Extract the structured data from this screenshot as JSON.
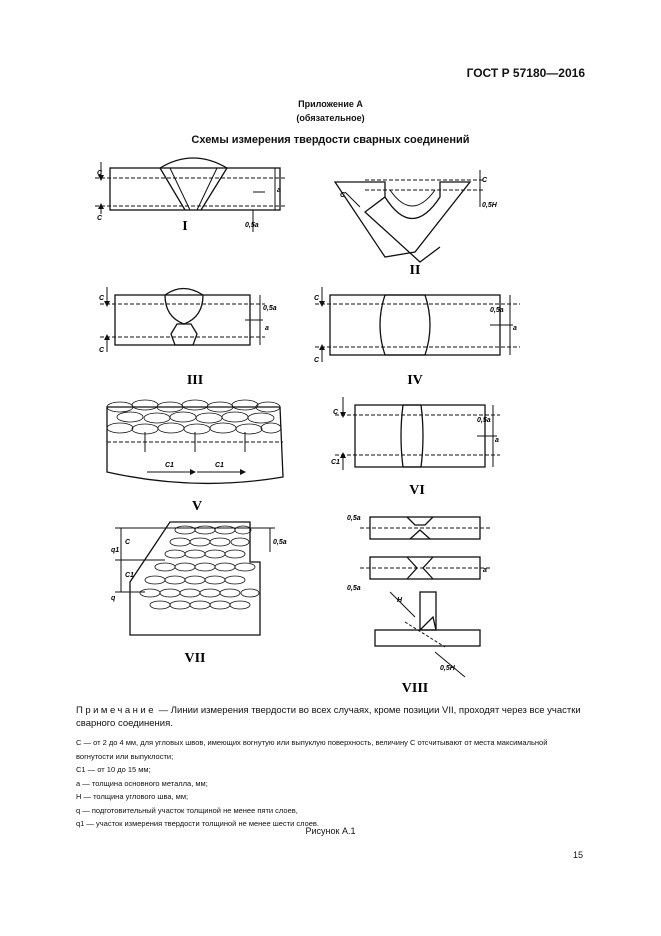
{
  "header": {
    "doc_code": "ГОСТ Р 57180—2016"
  },
  "appendix": {
    "title": "Приложение А",
    "status": "(обязательное)"
  },
  "section_title": "Схемы измерения твердости сварных соединений",
  "figure": {
    "positions": [
      "I",
      "II",
      "III",
      "IV",
      "V",
      "VI",
      "VII",
      "VIII"
    ],
    "dims": {
      "C": "C",
      "C1": "C1",
      "a": "a",
      "half_a": "0,5a",
      "half_H": "0,5H",
      "H": "H",
      "q": "q",
      "q1": "q1"
    }
  },
  "note": {
    "lead": "Примечание",
    "text": "— Линии измерения твердости во всех случаях, кроме позиции VII, проходят через все участки сварного соединения."
  },
  "legend": [
    "C — от 2 до 4 мм, для угловых швов, имеющих вогнутую или выпуклую поверхность, величину C отсчитывают от места максимальной вогнутости или выпуклости;",
    "C1 — от 10 до 15 мм;",
    "a — толщина основного металла, мм;",
    "H — толщина углового шва, мм;",
    "q — подготовительный участок толщиной не менее пяти слоев,",
    "q1 — участок измерения твердости толщиной не менее шести слоев."
  ],
  "caption": "Рисунок А.1",
  "page_number": "15"
}
